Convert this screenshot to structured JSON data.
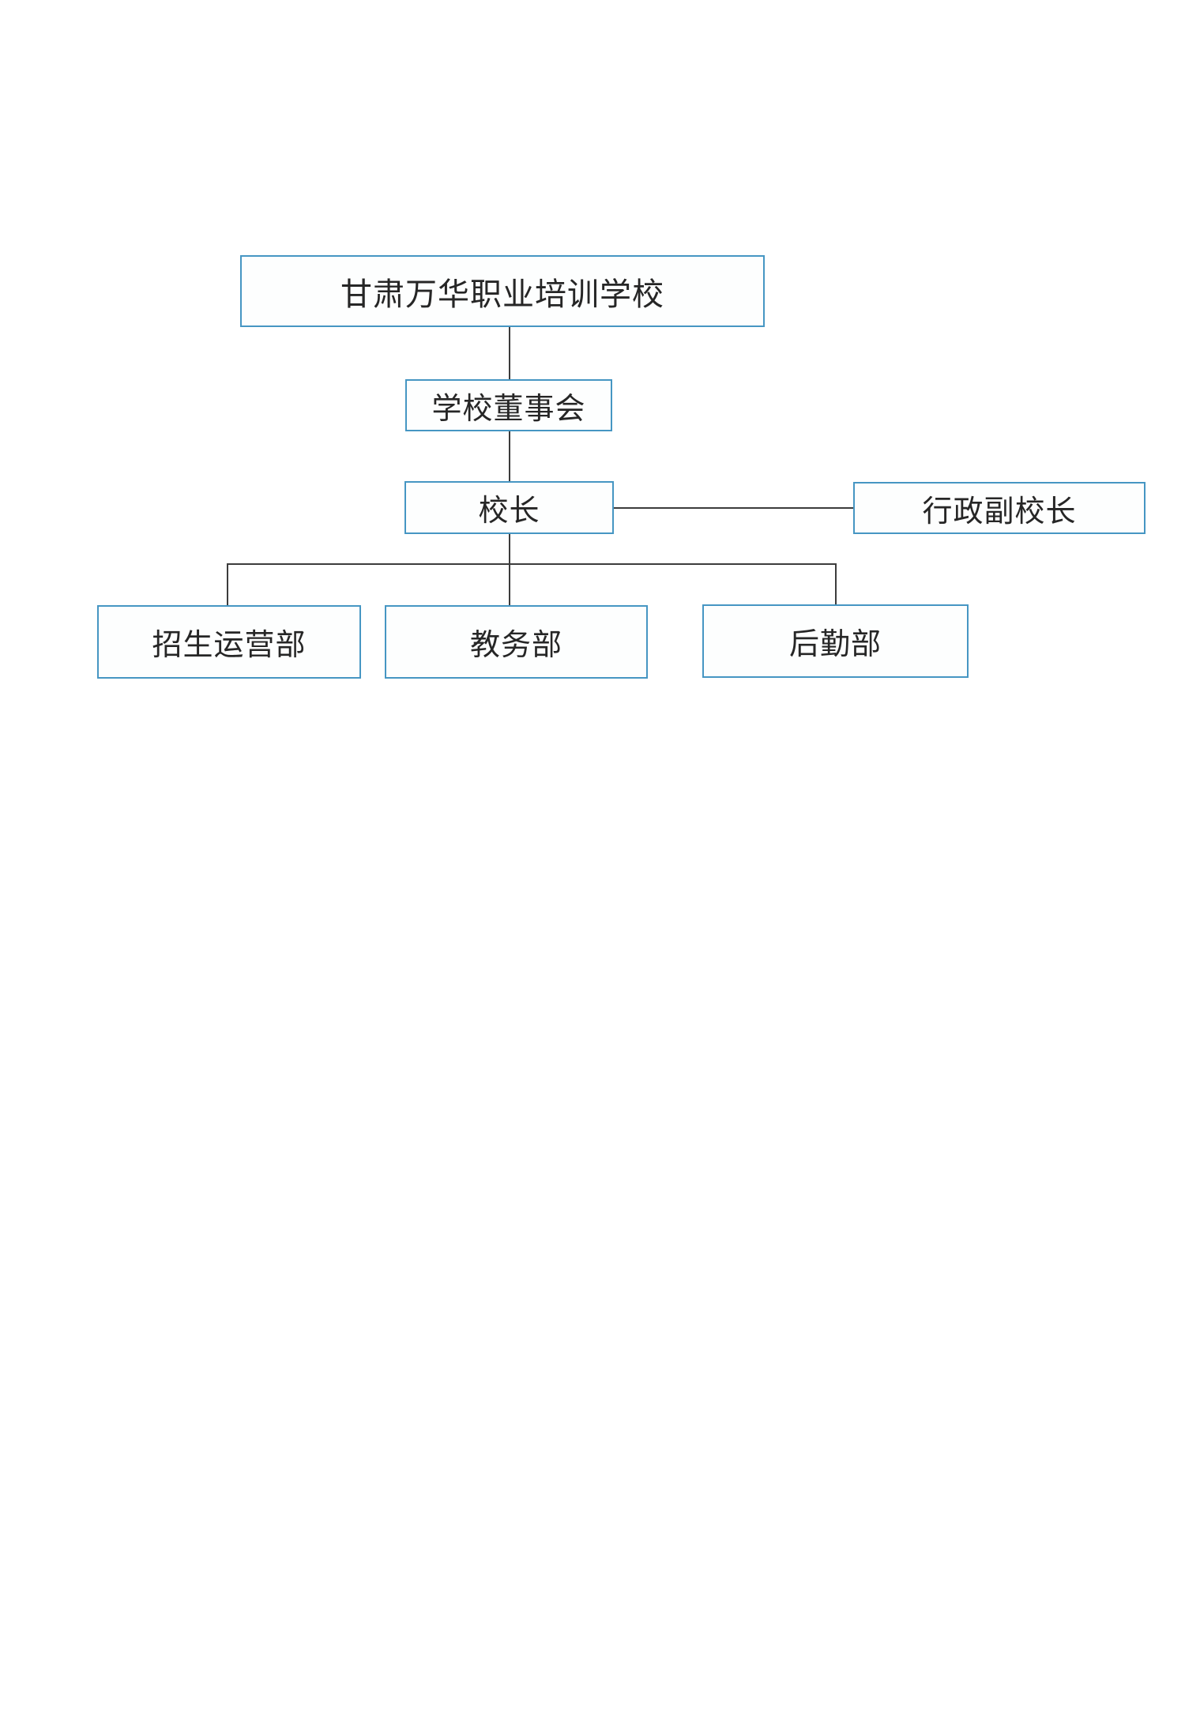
{
  "diagram": {
    "type": "org-chart",
    "nodes": {
      "school": {
        "label": "甘肃万华职业培训学校"
      },
      "board": {
        "label": "学校董事会"
      },
      "principal": {
        "label": "校长"
      },
      "vice_principal": {
        "label": "行政副校长"
      },
      "admissions": {
        "label": "招生运营部"
      },
      "academic": {
        "label": "教务部"
      },
      "logistics": {
        "label": "后勤部"
      }
    },
    "edges": [
      {
        "from": "school",
        "to": "board"
      },
      {
        "from": "board",
        "to": "principal"
      },
      {
        "from": "principal",
        "to": "vice_principal"
      },
      {
        "from": "principal",
        "to": "admissions"
      },
      {
        "from": "principal",
        "to": "academic"
      },
      {
        "from": "principal",
        "to": "logistics"
      }
    ],
    "colors": {
      "box_border": "#4696c3",
      "box_fill": "#fdfefe",
      "connector": "#3c3c3c",
      "text": "#262626",
      "background": "#ffffff"
    }
  }
}
